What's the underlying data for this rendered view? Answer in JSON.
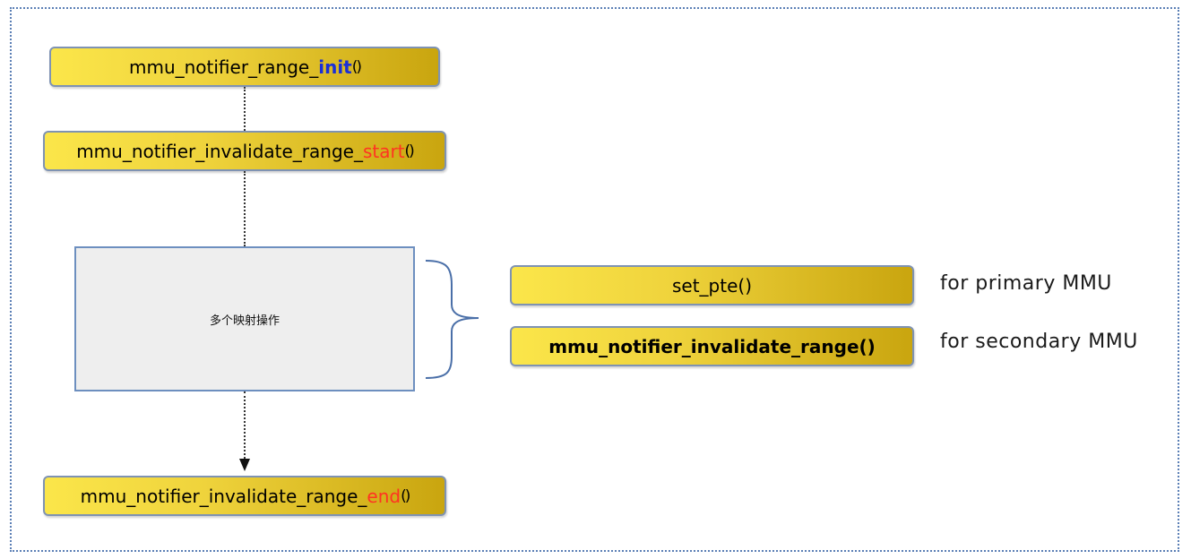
{
  "nodes": {
    "init": {
      "prefix": "mmu_notifier_range_",
      "keyword": "init",
      "suffix": "()"
    },
    "start": {
      "prefix": "mmu_notifier_invalidate_range_",
      "keyword": "start",
      "suffix": "()"
    },
    "end": {
      "prefix": "mmu_notifier_invalidate_range_",
      "keyword": "end",
      "suffix": "()"
    }
  },
  "ops_box": {
    "label": "多个映射操作"
  },
  "operations": [
    {
      "call": "set_pte()",
      "description": "for primary MMU"
    },
    {
      "call": "mmu_notifier_invalidate_range()",
      "description": "for secondary MMU"
    }
  ],
  "colors": {
    "init_keyword": "#1a2fd6",
    "start_end_keyword": "#ff3322",
    "pill_gradient": [
      "#fbe64a",
      "#c9a50f"
    ],
    "border": "#7f93b3",
    "frame": "#5b7fb5"
  }
}
